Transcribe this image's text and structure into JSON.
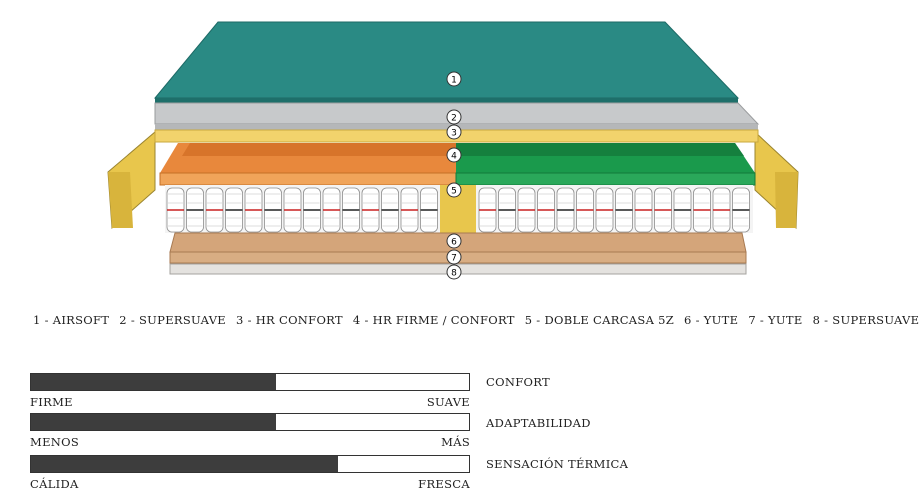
{
  "layers": [
    {
      "num": "1",
      "name": "1 - AIRSOFT",
      "color": "#2a8a84"
    },
    {
      "num": "2",
      "name": "2 - SUPERSUAVE",
      "color": "#c7c9cb"
    },
    {
      "num": "3",
      "name": "3 - HR CONFORT",
      "color": "#f2d36c"
    },
    {
      "num": "4",
      "name": "4 - HR FIRME / CONFORT",
      "color": "#e8883c"
    },
    {
      "num": "5",
      "name": "5 - DOBLE CARCASA 5Z",
      "color": "#e8c64c"
    },
    {
      "num": "6",
      "name": "6 - YUTE",
      "color": "#d4a57a"
    },
    {
      "num": "7",
      "name": "7 - YUTE",
      "color": "#d8ad83"
    },
    {
      "num": "8",
      "name": "8 - SUPERSUAVE",
      "color": "#e4e2df"
    }
  ],
  "colors": {
    "green": "#1a9a4c",
    "frame": "#e8c64c",
    "spring_red": "#c92020"
  },
  "meters": [
    {
      "label": "CONFORT",
      "left": "FIRME",
      "right": "SUAVE",
      "value": 0.56
    },
    {
      "label": "ADAPTABILIDAD",
      "left": "MENOS",
      "right": "MÁS",
      "value": 0.56
    },
    {
      "label": "SENSACIÓN TÉRMICA",
      "left": "CÁLIDA",
      "right": "FRESCA",
      "value": 0.7
    }
  ]
}
